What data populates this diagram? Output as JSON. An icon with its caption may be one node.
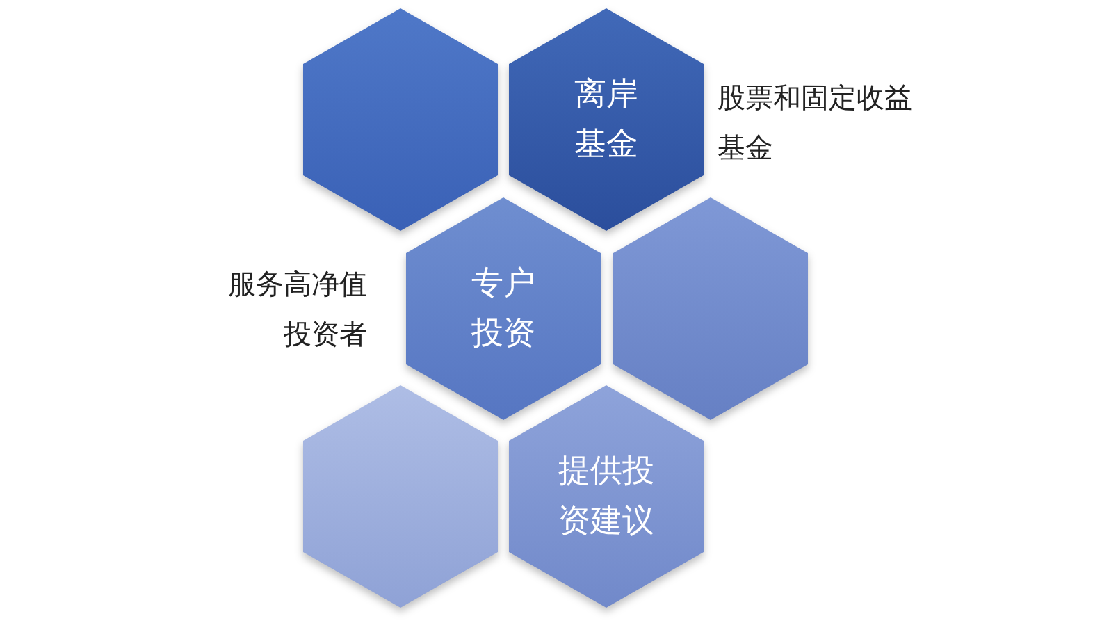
{
  "diagram": {
    "nodes": [
      {
        "text": [],
        "shape": "hexagon"
      },
      {
        "text": [
          "离岸基金"
        ],
        "beside": [
          "股票和固定收益基金"
        ]
      },
      {
        "text": [
          "专户投资"
        ],
        "beside": [
          "服务高净值投资者"
        ]
      },
      {
        "text": [],
        "shape": "hexagon"
      },
      {
        "text": [],
        "shape": "hexagon"
      },
      {
        "text": [
          "提供投资建议"
        ]
      }
    ],
    "edges": []
  }
}
